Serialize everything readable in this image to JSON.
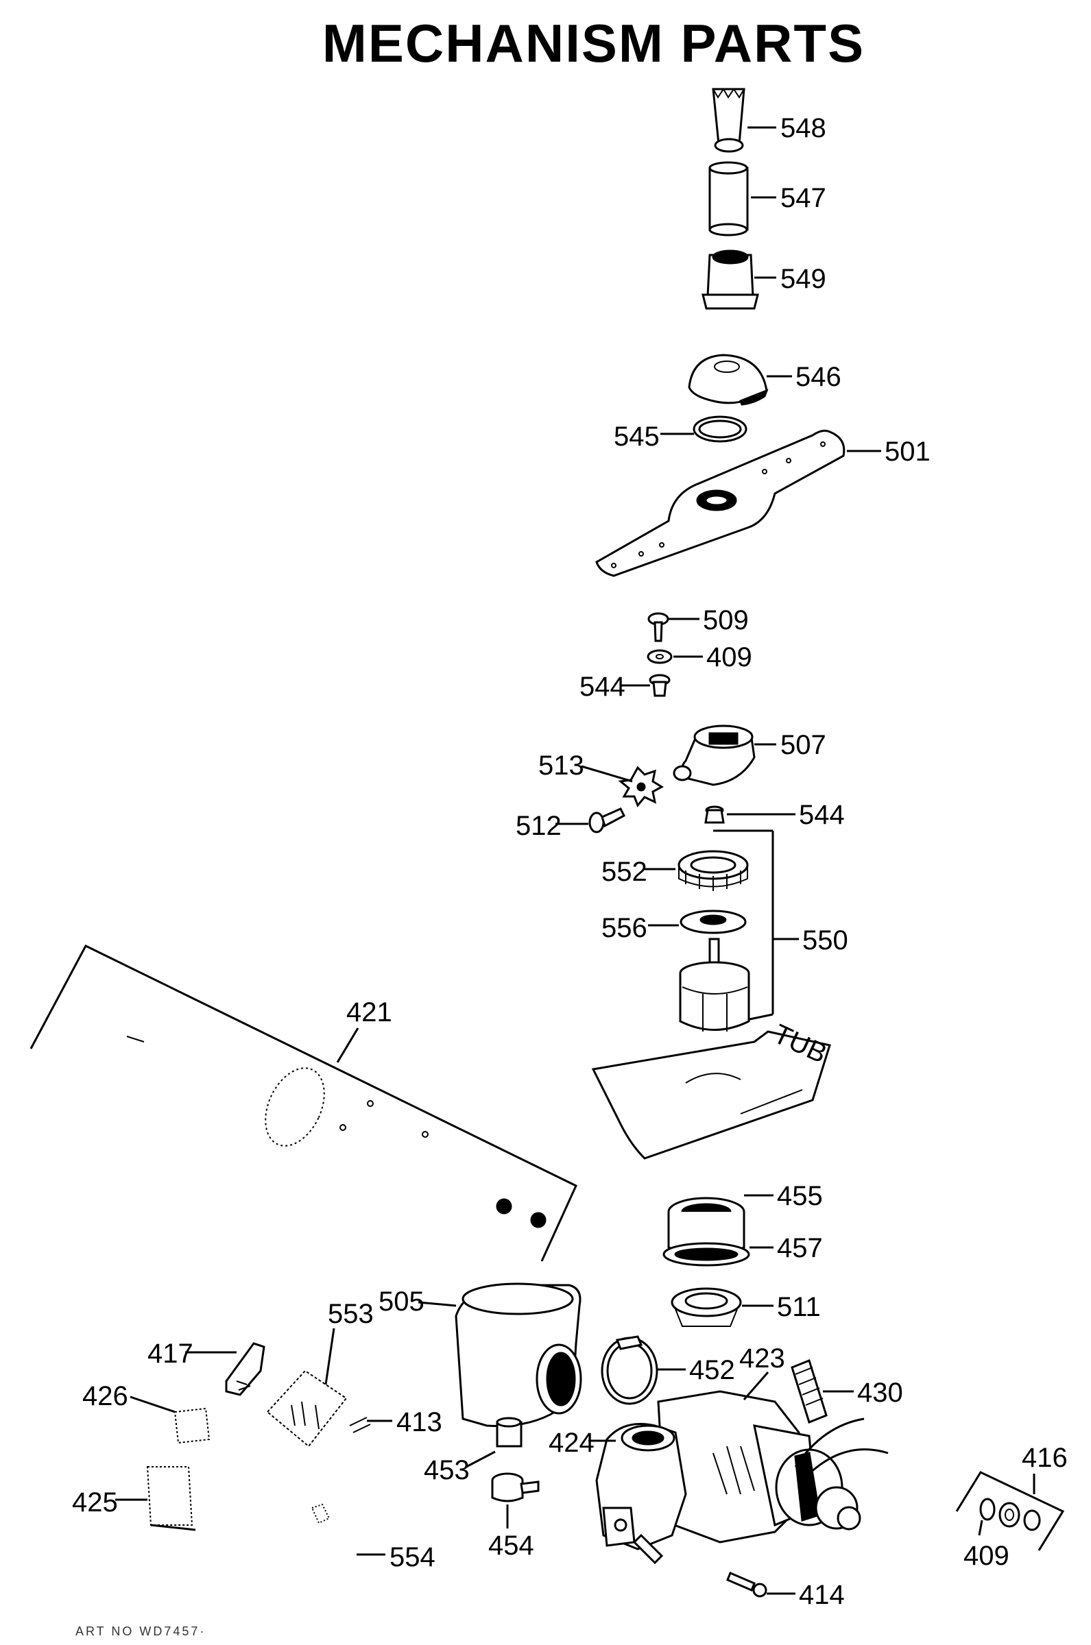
{
  "title": "MECHANISM PARTS",
  "art_no": "ART NO  WD7457·",
  "tub_label": "TUB",
  "parts": {
    "p548": "548",
    "p547": "547",
    "p549": "549",
    "p546": "546",
    "p545": "545",
    "p501": "501",
    "p509": "509",
    "p409a": "409",
    "p544a": "544",
    "p507": "507",
    "p513": "513",
    "p512": "512",
    "p544b": "544",
    "p552": "552",
    "p556": "556",
    "p550": "550",
    "p421": "421",
    "p455": "455",
    "p457": "457",
    "p511": "511",
    "p505": "505",
    "p553": "553",
    "p417": "417",
    "p452": "452",
    "p423": "423",
    "p430": "430",
    "p426": "426",
    "p413": "413",
    "p424": "424",
    "p453": "453",
    "p416": "416",
    "p425": "425",
    "p454": "454",
    "p409b": "409",
    "p554": "554",
    "p414": "414"
  }
}
